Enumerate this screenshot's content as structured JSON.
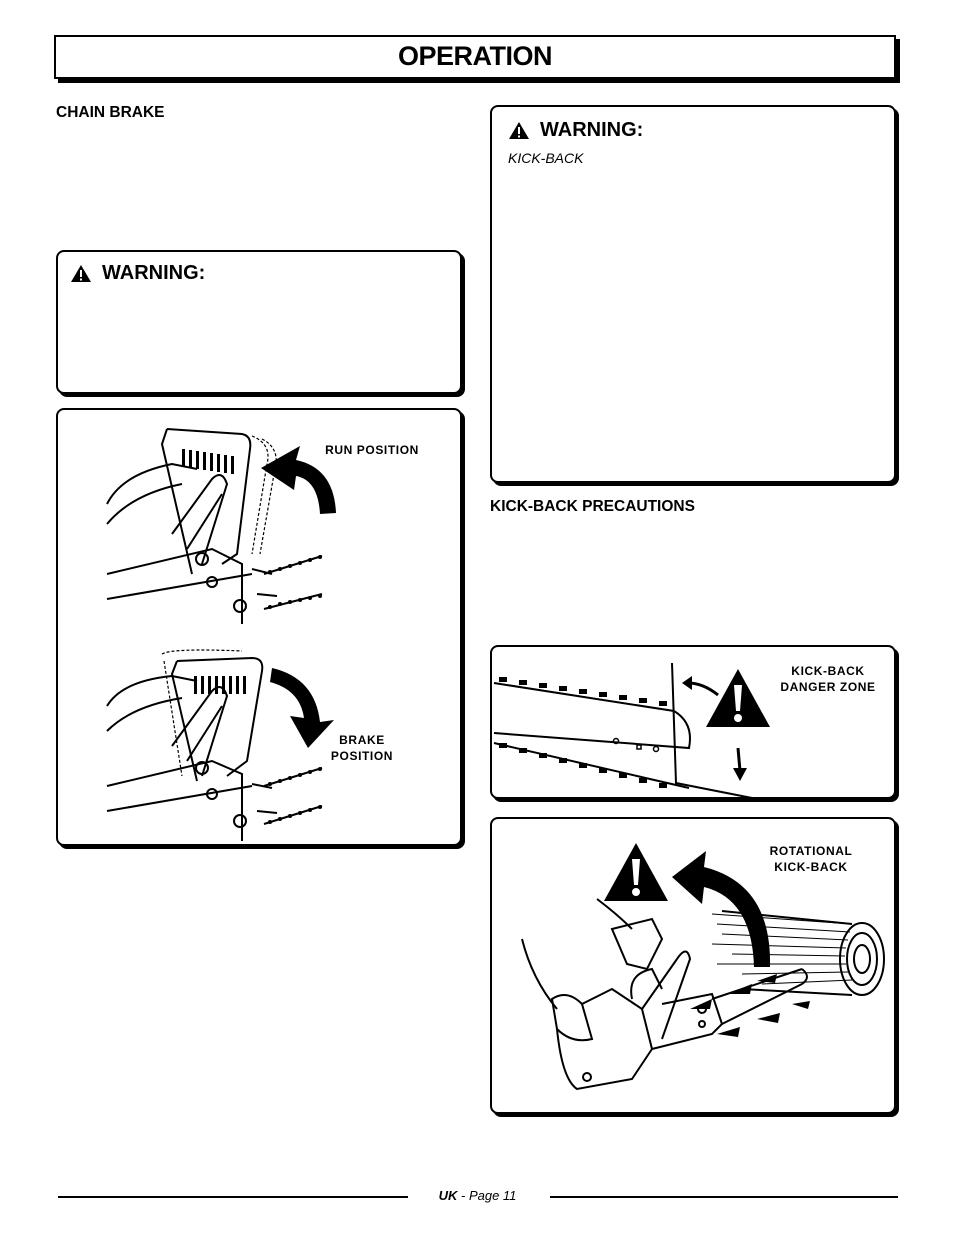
{
  "header": {
    "title": "OPERATION"
  },
  "left": {
    "chain_brake_heading": "CHAIN BRAKE",
    "warning": {
      "title": "WARNING:"
    },
    "figure": {
      "run_label": "RUN  POSITION",
      "brake_label_1": "BRAKE",
      "brake_label_2": "POSITION"
    }
  },
  "right": {
    "warning": {
      "title": "WARNING:",
      "subtitle": "KICK-BACK"
    },
    "precautions_heading": "KICK-BACK  PRECAUTIONS",
    "danger_zone_figure": {
      "label_1": "KICK-BACK",
      "label_2": "DANGER ZONE"
    },
    "rotational_figure": {
      "label_1": "ROTATIONAL",
      "label_2": "KICK-BACK"
    }
  },
  "footer": {
    "region": "UK",
    "page": "Page 11",
    "separator": " - "
  },
  "icons": {
    "warning": "warning-triangle-icon"
  },
  "colors": {
    "ink": "#000000",
    "paper": "#ffffff"
  }
}
